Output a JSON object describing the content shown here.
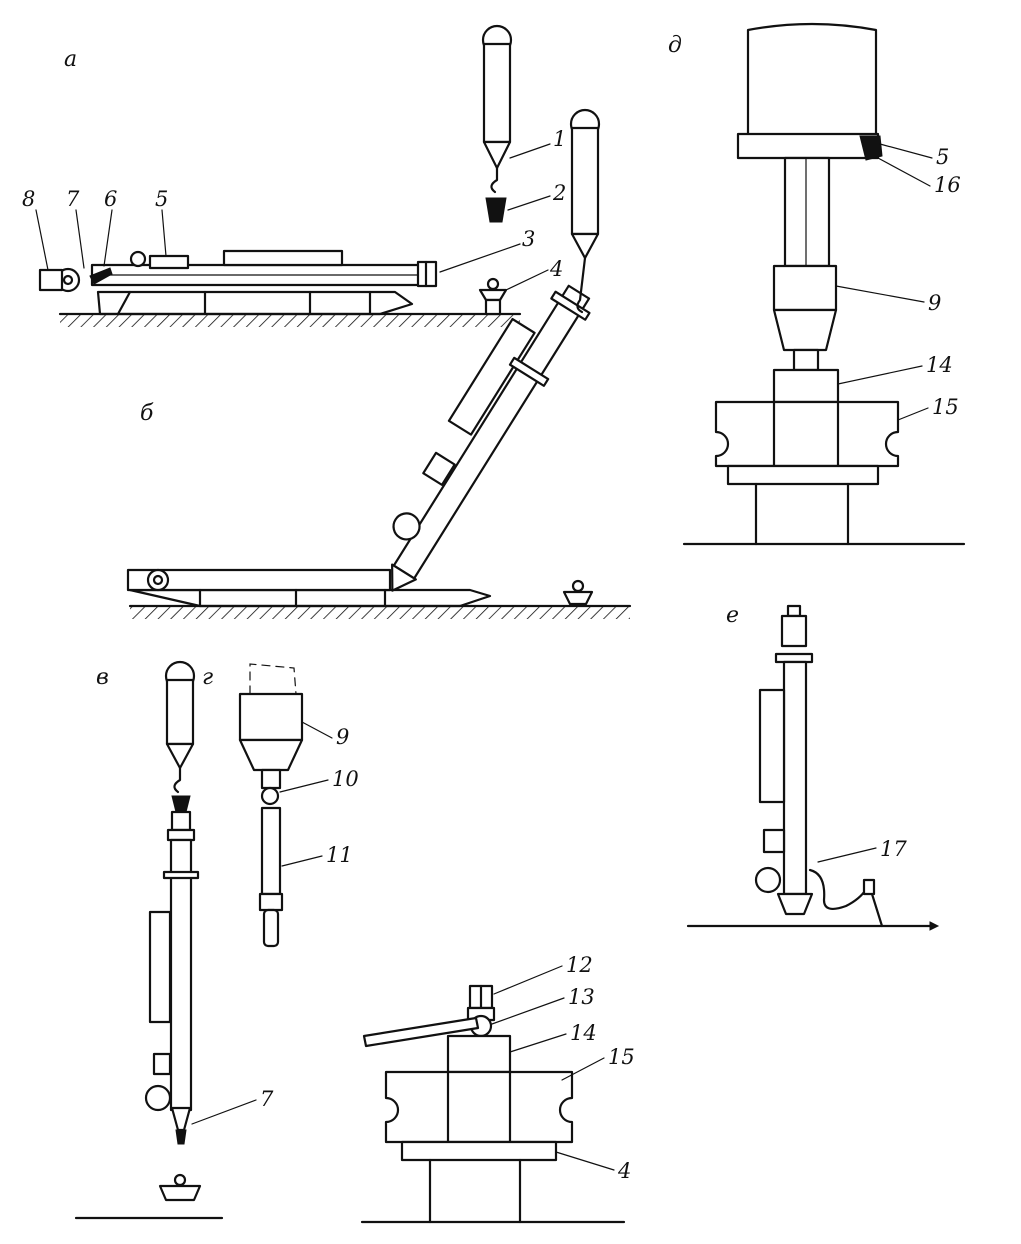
{
  "panels": {
    "a": "а",
    "b": "б",
    "v": "в",
    "g": "г",
    "d": "д",
    "e": "е"
  },
  "callouts": {
    "a_1": "1",
    "a_2": "2",
    "a_3": "3",
    "a_4": "4",
    "a_5": "5",
    "a_6": "6",
    "a_7": "7",
    "a_8": "8",
    "d_5": "5",
    "d_16": "16",
    "d_9": "9",
    "d_14": "14",
    "d_15": "15",
    "e_17": "17",
    "v_7": "7",
    "g_9": "9",
    "g_10": "10",
    "g_11": "11",
    "n_12": "12",
    "n_13": "13",
    "n_14": "14",
    "n_15": "15",
    "n_4": "4"
  }
}
